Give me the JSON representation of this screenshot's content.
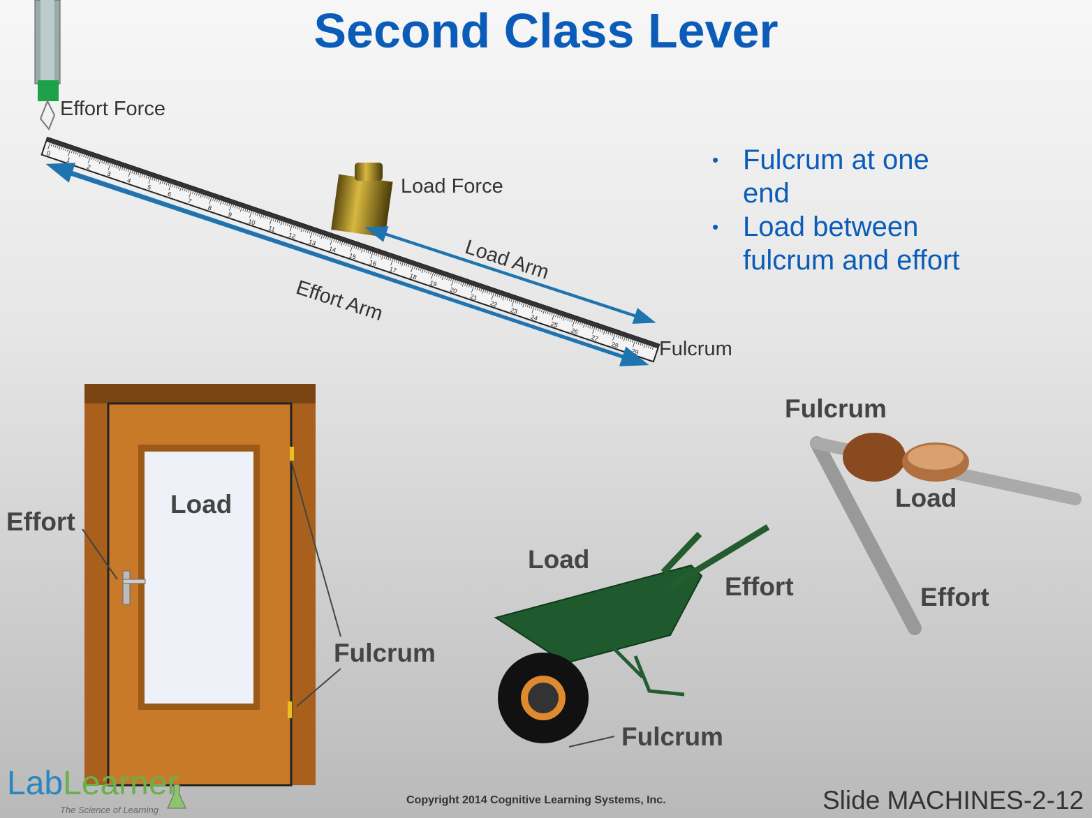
{
  "title": "Second Class Lever",
  "lever": {
    "effort_force": "Effort Force",
    "load_force": "Load Force",
    "load_arm": "Load Arm",
    "effort_arm": "Effort Arm",
    "fulcrum": "Fulcrum",
    "ruler_numbers": [
      0,
      1,
      2,
      3,
      4,
      5,
      6,
      7,
      8,
      9,
      10,
      11,
      12,
      13,
      14,
      15,
      16,
      17,
      18,
      19,
      20,
      21,
      22,
      23,
      24,
      25,
      26,
      27,
      28,
      29
    ]
  },
  "bullets": [
    "Fulcrum at one end",
    "Load between fulcrum and effort"
  ],
  "door": {
    "load": "Load",
    "effort": "Effort",
    "fulcrum": "Fulcrum"
  },
  "wheelbarrow": {
    "load": "Load",
    "effort": "Effort",
    "fulcrum": "Fulcrum"
  },
  "nutcracker": {
    "fulcrum": "Fulcrum",
    "load": "Load",
    "effort": "Effort"
  },
  "logo": {
    "name_part1": "Lab",
    "name_part2": "Learner",
    "tagline": "The Science of Learning"
  },
  "copyright": "Copyright 2014 Cognitive Learning Systems, Inc.",
  "slide_number": "Slide MACHINES-2-12",
  "colors": {
    "title": "#0a5cb8",
    "arrow": "#1f74b0"
  }
}
